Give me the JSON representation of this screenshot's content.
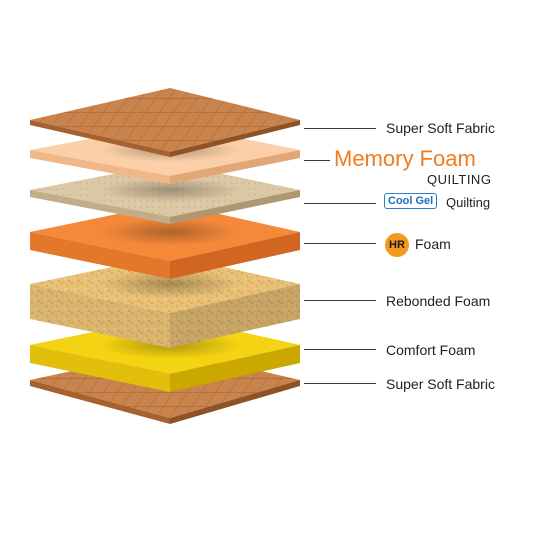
{
  "labels": {
    "top_fabric": "Super Soft Fabric",
    "memory_foam": "Memory Foam",
    "memory_foam_sub": "QUILTING",
    "cool_gel_badge": "Cool Gel",
    "cool_gel_text": "Quilting",
    "hr_badge": "HR",
    "hr_text": "Foam",
    "rebonded": "Rebonded Foam",
    "comfort": "Comfort Foam",
    "bottom_fabric": "Super Soft Fabric"
  },
  "colors": {
    "fabric": "#c9834c",
    "fabric_grid": "#a5612f",
    "memory_foam": "#fbd0a8",
    "cool_gel": "#dcc8a4",
    "hr_foam": "#f5893a",
    "rebonded": "#e8c177",
    "comfort": "#f3d312",
    "accent_orange": "#f07c1e",
    "badge_blue": "#1e6fc0"
  },
  "icons": [
    "hr-badge-icon",
    "cool-gel-badge-icon"
  ]
}
